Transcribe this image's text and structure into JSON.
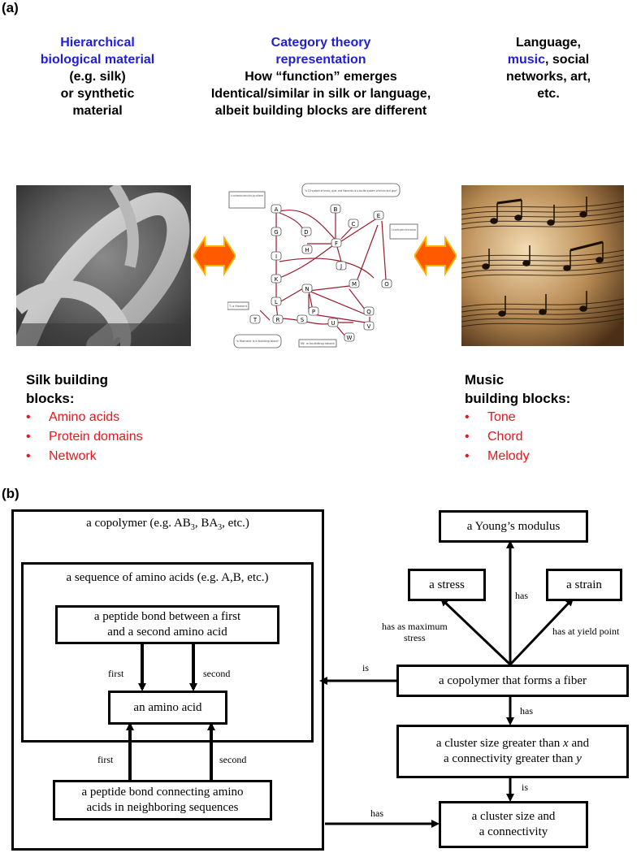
{
  "panel_a": {
    "label": "(a)",
    "left_title": {
      "line1": "Hierarchical",
      "line2": "biological material",
      "line3": "(e.g. silk)",
      "line4": "or synthetic",
      "line5": "material"
    },
    "center_title": {
      "line1": "Category theory",
      "line2": "representation",
      "line3": "How “function” emerges",
      "line4": "Identical/similar in silk or language,",
      "line5": "albeit building blocks are different"
    },
    "right_title": {
      "line1": "Language,",
      "line2_blue": "music",
      "line2_rest": ", social",
      "line3": "networks, art,",
      "line4": "etc."
    },
    "silk_blocks": {
      "title_line1": "Silk building",
      "title_line2": "blocks",
      "colon": ":",
      "items": [
        "Amino acids",
        "Protein domains",
        "Network"
      ]
    },
    "music_blocks": {
      "title_line1": "Music",
      "title_line2": "building blocks",
      "colon": ":",
      "items": [
        "Tone",
        "Chord",
        "Melody"
      ]
    },
    "graph_nodes": [
      "A",
      "B",
      "C",
      "D",
      "E",
      "F",
      "G",
      "H",
      "I",
      "J",
      "K",
      "L",
      "M",
      "N",
      "O",
      "P",
      "Q",
      "R",
      "S",
      "T",
      "U",
      "V",
      "W"
    ],
    "graph_notes": {
      "n1": "A: a one-dimensional system of bricks, glue, and filaments",
      "n2": "\"a 1D system of bricks, glue, and filaments is a ductile system of bricks and glue\"",
      "n3": "E: a ductile system of bricks and glue",
      "n4": "T: a filament",
      "n5": "\"a filament is a building block\"",
      "n6": "W: a building block"
    },
    "colors": {
      "blue": "#1f1fd6",
      "red": "#e8161b",
      "arrow": "#ff5a00",
      "graph_edge": "#9b1b2e"
    }
  },
  "panel_b": {
    "label": "(b)",
    "outer_box_title": "a copolymer (e.g. AB",
    "outer_sub1": "3",
    "outer_mid": ", BA",
    "outer_sub2": "3",
    "outer_end": ", etc.)",
    "inner_box_title": "a sequence of amino acids (e.g. A,B, etc.)",
    "peptide_bond_line1": "a peptide bond between a first",
    "peptide_bond_line2": "and a second amino acid",
    "amino_acid": "an amino acid",
    "peptide_connect_line1": "a peptide bond connecting amino",
    "peptide_connect_line2": "acids in neighboring sequences",
    "youngs_modulus": "a Young’s modulus",
    "stress": "a stress",
    "strain": "a strain",
    "fiber": "a copolymer that forms a fiber",
    "cluster_gt_line1a": "a cluster size greater than ",
    "cluster_gt_x": "x",
    "cluster_gt_line1b": " and",
    "cluster_gt_line2a": "a connectivity greater than ",
    "cluster_gt_y": "y",
    "cluster_line1": "a cluster size and",
    "cluster_line2": "a connectivity",
    "labels": {
      "first_top": "first",
      "second_top": "second",
      "first_bottom": "first",
      "second_bottom": "second",
      "is_left": "is",
      "has_modulus": "has",
      "has_max_stress_line1": "has as maximum",
      "has_max_stress_line2": "stress",
      "has_yield": "has at yield point",
      "has_down": "has",
      "is_down": "is",
      "has_bottom": "has"
    }
  }
}
